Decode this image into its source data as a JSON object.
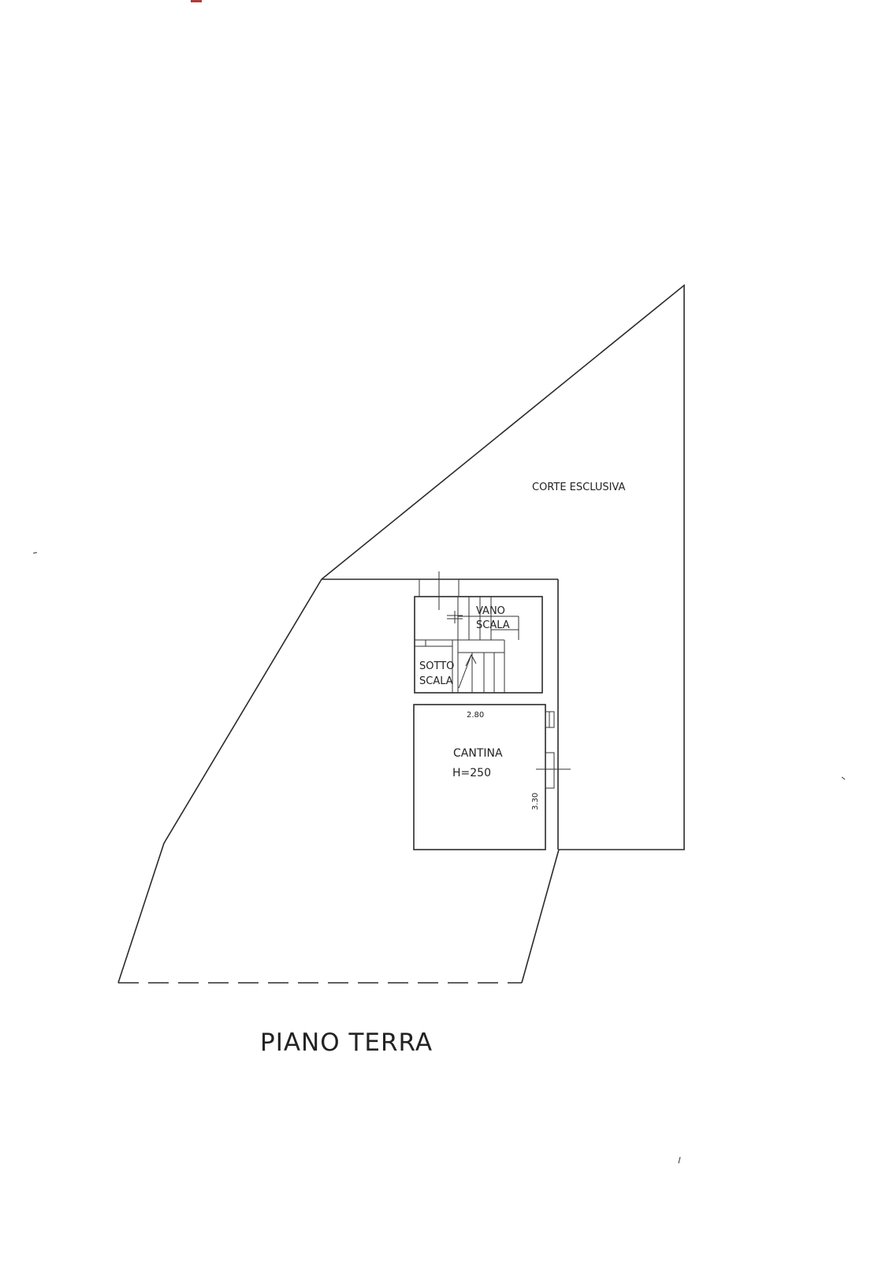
{
  "title": "PIANO TERRA",
  "rooms": {
    "corte": "CORTE ESCLUSIVA",
    "vano_scala": [
      "VANO",
      "SCALA"
    ],
    "sotto_scala": [
      "SOTTO",
      "SCALA"
    ],
    "cantina": "CANTINA",
    "cantina_height": "H=250"
  },
  "dimensions": {
    "cantina_width": "2.80",
    "cantina_depth": "3.30"
  },
  "colors": {
    "line": "#2b2b2b",
    "corner_mark": "#b23a3a"
  }
}
